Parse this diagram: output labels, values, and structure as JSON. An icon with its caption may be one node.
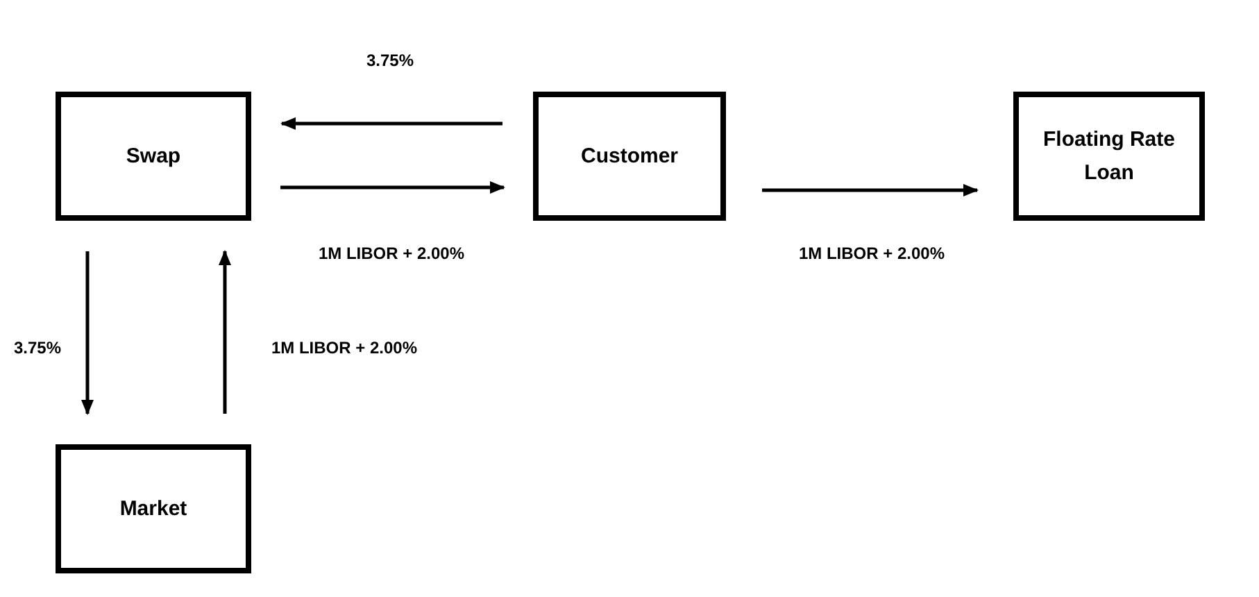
{
  "diagram": {
    "nodes": [
      {
        "text": [
          "Swap"
        ]
      },
      {
        "text": [
          "Customer"
        ]
      },
      {
        "text": [
          "Floating Rate Loan"
        ]
      },
      {
        "text": [
          "Market"
        ]
      }
    ],
    "edges": [
      {
        "from": 1,
        "to": 0,
        "arrow": "to",
        "label": "3.75%"
      },
      {
        "from": 0,
        "to": 1,
        "arrow": "to",
        "label": "1M LIBOR + 2.00%"
      },
      {
        "from": 1,
        "to": 2,
        "arrow": "to",
        "label": "1M LIBOR + 2.00%"
      },
      {
        "from": 0,
        "to": 3,
        "arrow": "to",
        "label": "3.75%"
      },
      {
        "from": 3,
        "to": 0,
        "arrow": "to",
        "label": "1M LIBOR + 2.00%"
      }
    ]
  }
}
